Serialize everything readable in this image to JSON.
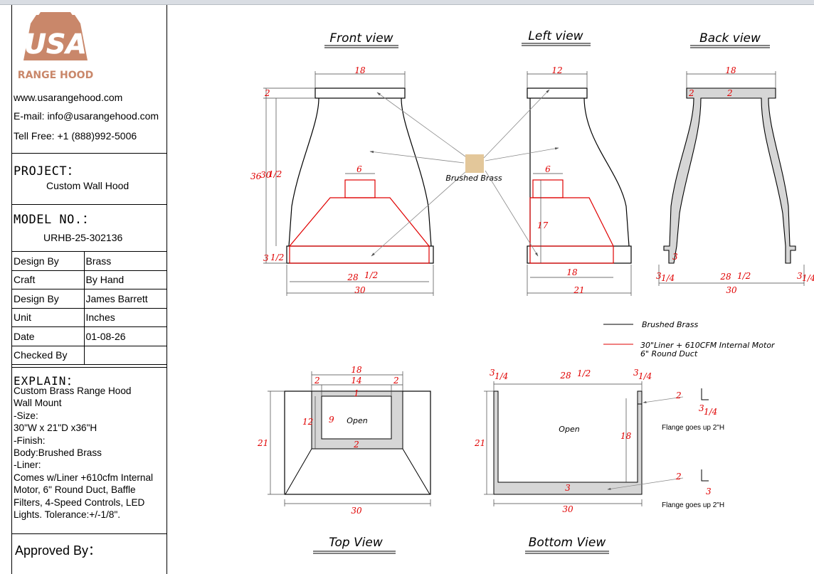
{
  "brand": {
    "logo_letters": "USA",
    "logo_sub": "RANGE HOOD",
    "website": "www.usarangehood.com",
    "email": "E-mail: info@usarangehood.com",
    "phone": "Tell Free: +1 (888)992-5006",
    "colors": {
      "logo": "#c9876a",
      "dim": "#e00000"
    }
  },
  "project": {
    "label": "PROJECT：",
    "value": "Custom Wall Hood"
  },
  "model": {
    "label": "MODEL NO.：",
    "value": "URHB-25-302136"
  },
  "info_rows": [
    {
      "label": "Design By",
      "value": "Brass"
    },
    {
      "label": "Craft",
      "value": "By Hand"
    },
    {
      "label": "Design By",
      "value": "James Barrett"
    },
    {
      "label": "Unit",
      "value": "Inches"
    },
    {
      "label": "Date",
      "value": "01-08-26"
    },
    {
      "label": "Checked By",
      "value": ""
    }
  ],
  "explain": {
    "label": "EXPLAIN：",
    "lines": [
      "Custom Brass Range Hood",
      "Wall Mount",
      "-Size:",
      "30\"W x 21\"D x36\"H",
      "-Finish:",
      "Body:Brushed Brass",
      "-Liner:",
      "Comes w/Liner +610cfm Internal",
      "Motor, 6\" Round Duct, Baffle",
      "Filters, 4-Speed Controls, LED",
      "Lights. Tolerance:+/-1/8\"."
    ]
  },
  "approved": "Approved By：",
  "views": {
    "front": "Front view",
    "left": "Left view",
    "back": "Back view",
    "top": "Top View",
    "bottom": "Bottom View"
  },
  "material_label": "Brushed Brass",
  "legend": {
    "black": "Brushed Brass",
    "red_1": "30\"Liner + 610CFM Internal Motor",
    "red_2": "6\" Round Duct"
  },
  "open_label": "Open",
  "flange_note": "Flange goes up 2\"H",
  "dims": {
    "front": {
      "top": "18",
      "collar": "2",
      "height_total": "36",
      "height_body": "30",
      "bottom_h": "3",
      "liner_w": "28",
      "width": "30",
      "duct": "6"
    },
    "left": {
      "top": "12",
      "duct": "6",
      "liner_h": "17",
      "liner_d": "18",
      "depth": "21"
    },
    "back": {
      "top": "18",
      "collar": "2",
      "flange_h": "3",
      "wall": "3",
      "inner": "28",
      "width": "30"
    },
    "topview": {
      "top": "18",
      "a": "2",
      "b": "14",
      "c": "2",
      "d": "1",
      "e": "12",
      "f": "9",
      "g": "2",
      "depth": "21",
      "width": "30"
    },
    "bottomview": {
      "wall_l": "3",
      "inner": "28",
      "wall_r": "3",
      "depth": "21",
      "side": "18",
      "base": "3",
      "width": "30",
      "flange1_a": "2",
      "flange1_b": "3",
      "flange2_a": "2",
      "flange2_b": "3"
    },
    "fraction_half": "1/2",
    "fraction_quarter": "1/4"
  }
}
